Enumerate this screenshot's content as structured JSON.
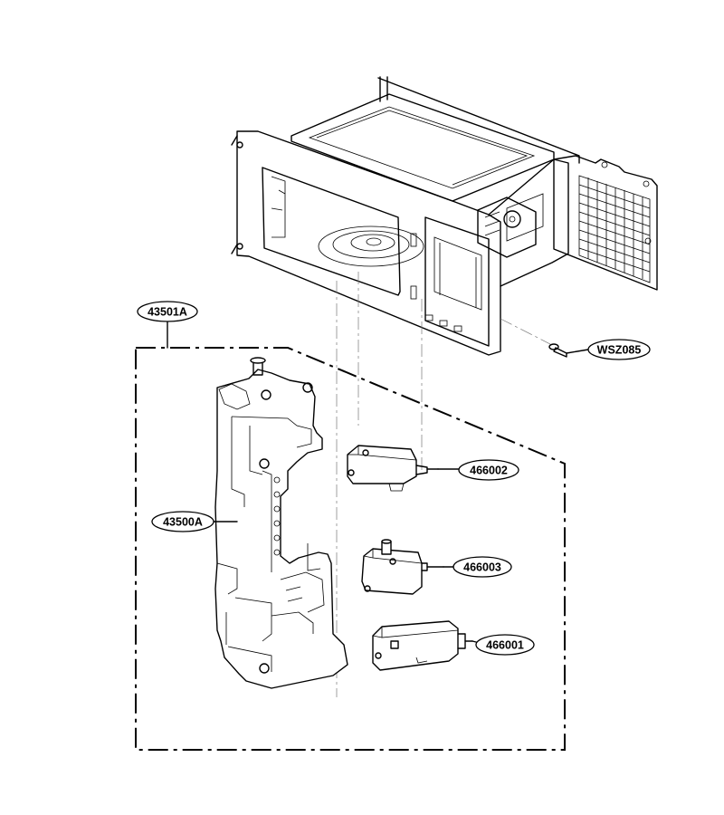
{
  "diagram": {
    "labels": {
      "assembly": "43501A",
      "frame": "43500A",
      "switch_top": "466002",
      "switch_mid": "466003",
      "switch_bottom": "466001",
      "screw": "WSZ085"
    }
  }
}
